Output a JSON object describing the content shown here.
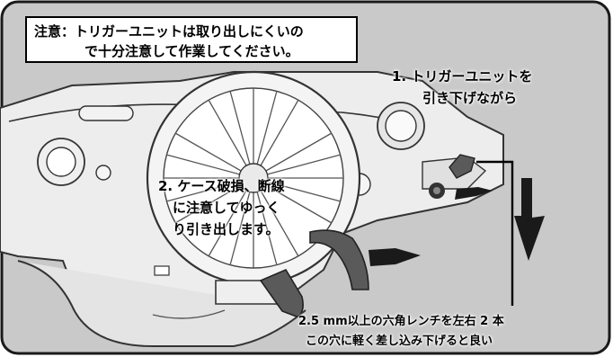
{
  "note": {
    "line1": "注意：トリガーユニットは取り出しにくいの",
    "line2": "で十分注意して作業してください。"
  },
  "step1": {
    "line1": "1. トリガーユニットを",
    "line2": "引き下げながら"
  },
  "step2": {
    "line1": "2. ケース破損、断線",
    "line2": "に注意してゆっく",
    "line3": "り引き出します。"
  },
  "hint": {
    "line1": "2.5 mm以上の六角レンチを左右 2 本",
    "line2": "この穴に軽く差し込み下げると良い"
  }
}
